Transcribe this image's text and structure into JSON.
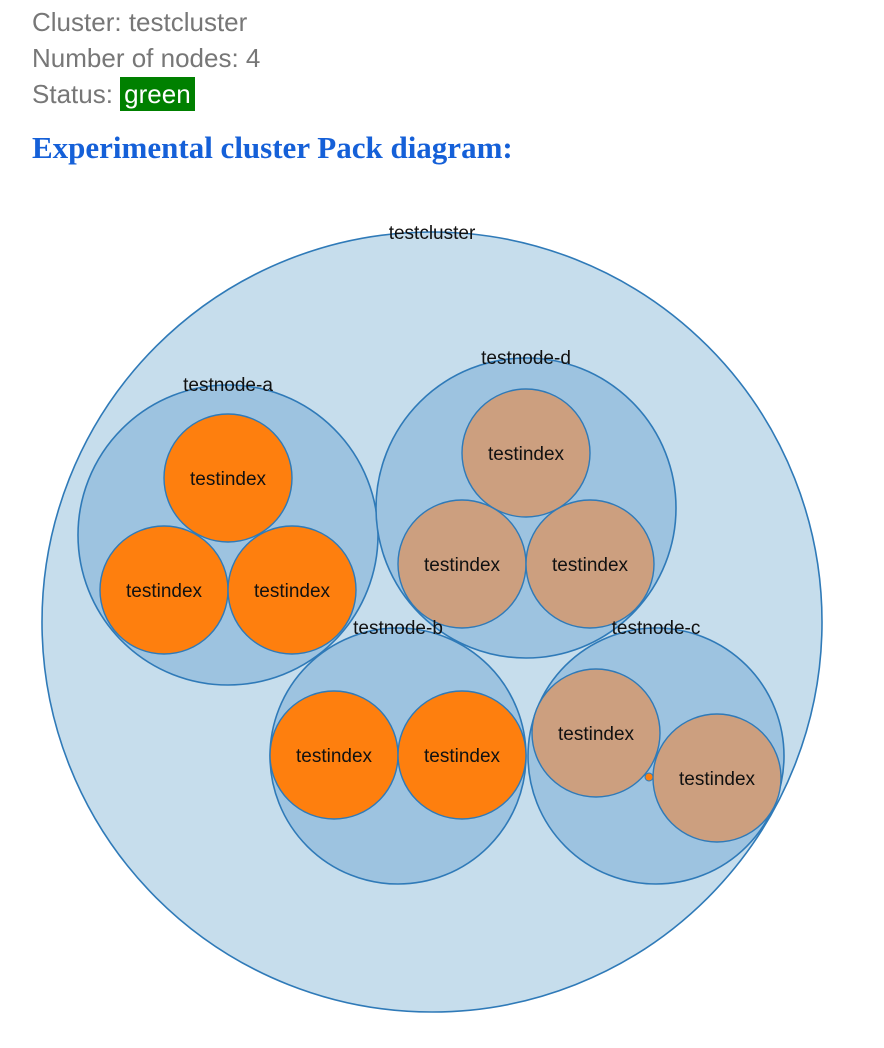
{
  "cluster_info": {
    "cluster_label": "Cluster: ",
    "cluster_name": "testcluster",
    "nodes_label": "Number of nodes: ",
    "nodes_count": "4",
    "status_label": "Status: ",
    "status_value": "green",
    "status_color": "#008000"
  },
  "heading": "Experimental cluster Pack diagram:",
  "colors": {
    "cluster_fill": "#c6ddec",
    "node_fill": "#9dc3e0",
    "circle_stroke": "#2f7ab8",
    "primary_index_fill": "#fe7f0e",
    "replica_index_fill": "#cc9f7f"
  },
  "diagram": {
    "cluster": {
      "name": "testcluster"
    },
    "nodes": [
      {
        "name": "testnode-a",
        "indices": [
          {
            "name": "testindex",
            "kind": "primary"
          },
          {
            "name": "testindex",
            "kind": "primary"
          },
          {
            "name": "testindex",
            "kind": "primary"
          }
        ]
      },
      {
        "name": "testnode-d",
        "indices": [
          {
            "name": "testindex",
            "kind": "replica"
          },
          {
            "name": "testindex",
            "kind": "replica"
          },
          {
            "name": "testindex",
            "kind": "replica"
          }
        ]
      },
      {
        "name": "testnode-b",
        "indices": [
          {
            "name": "testindex",
            "kind": "primary"
          },
          {
            "name": "testindex",
            "kind": "primary"
          }
        ]
      },
      {
        "name": "testnode-c",
        "indices": [
          {
            "name": "testindex",
            "kind": "replica"
          },
          {
            "name": "testindex",
            "kind": "replica"
          }
        ]
      }
    ]
  }
}
